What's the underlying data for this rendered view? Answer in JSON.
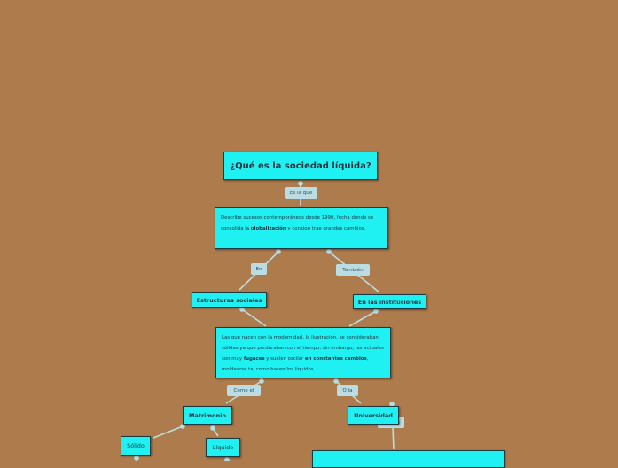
{
  "central": {
    "title": "¿Qué es la sociedad líquida?"
  },
  "links": {
    "es_la_que": "Es la que",
    "en": "En",
    "tambien": "También",
    "como_el": "Como el",
    "o_la": "O la",
    "partial": "s"
  },
  "desc": {
    "part1": "Describe sucesos  contemporáneos desde 1990, fecha donde se consolida la ",
    "bold1": "globalización",
    "part2": " y consigo trae grandes cambios."
  },
  "estructuras": "Estructuras sociales",
  "instituciones": "En las instituciones",
  "modern": {
    "part1": "Las que nacen con la modernidad, la ilustración, se consideraban sólidas ya que perduraban con el tiempo; sin embargo, las actuales son muy ",
    "bold1": "fugaces",
    "part2": " y suelen oscilar ",
    "bold2": "en constantes cambios",
    "part3": ", moldearse tal como hacen los líquidos"
  },
  "matrimonio": "Matrimonio",
  "universidad": "Universidad",
  "solido": "Sólido",
  "liquido": "Líquido",
  "colors": {
    "background": "#ad7b4c",
    "node": "#1ff0f2",
    "connector": "#b9dde3",
    "label_bg": "#b9dde3"
  }
}
